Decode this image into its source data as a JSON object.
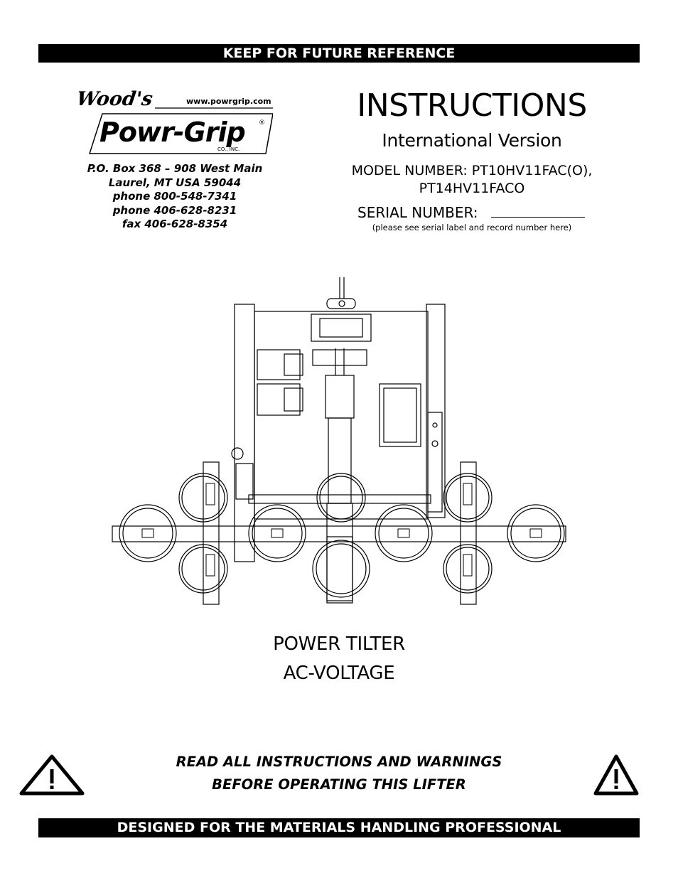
{
  "header_band": "KEEP FOR FUTURE REFERENCE",
  "footer_band": "DESIGNED FOR THE MATERIALS HANDLING PROFESSIONAL",
  "logo": {
    "script": "Wood's",
    "main": "Powr-Grip",
    "url": "www.powrgrip.com",
    "co": "CO., INC.",
    "registered": "®"
  },
  "address": [
    "P.O. Box 368 – 908 West Main",
    "Laurel, MT  USA  59044",
    "phone  800-548-7341",
    "phone  406-628-8231",
    "fax  406-628-8354"
  ],
  "title": "INSTRUCTIONS",
  "subtitle": "International Version",
  "model": {
    "line1": "MODEL NUMBER:   PT10HV11FAC(O),",
    "line2": "PT14HV11FACO"
  },
  "serial": {
    "label": "SERIAL NUMBER:",
    "note": "(please see serial label and record number here)"
  },
  "product": {
    "line1": "POWER TILTER",
    "line2": "AC-VOLTAGE"
  },
  "warning": {
    "line1": "READ ALL INSTRUCTIONS AND WARNINGS",
    "line2": "BEFORE OPERATING THIS LIFTER",
    "icon": "warning-triangle-icon"
  }
}
